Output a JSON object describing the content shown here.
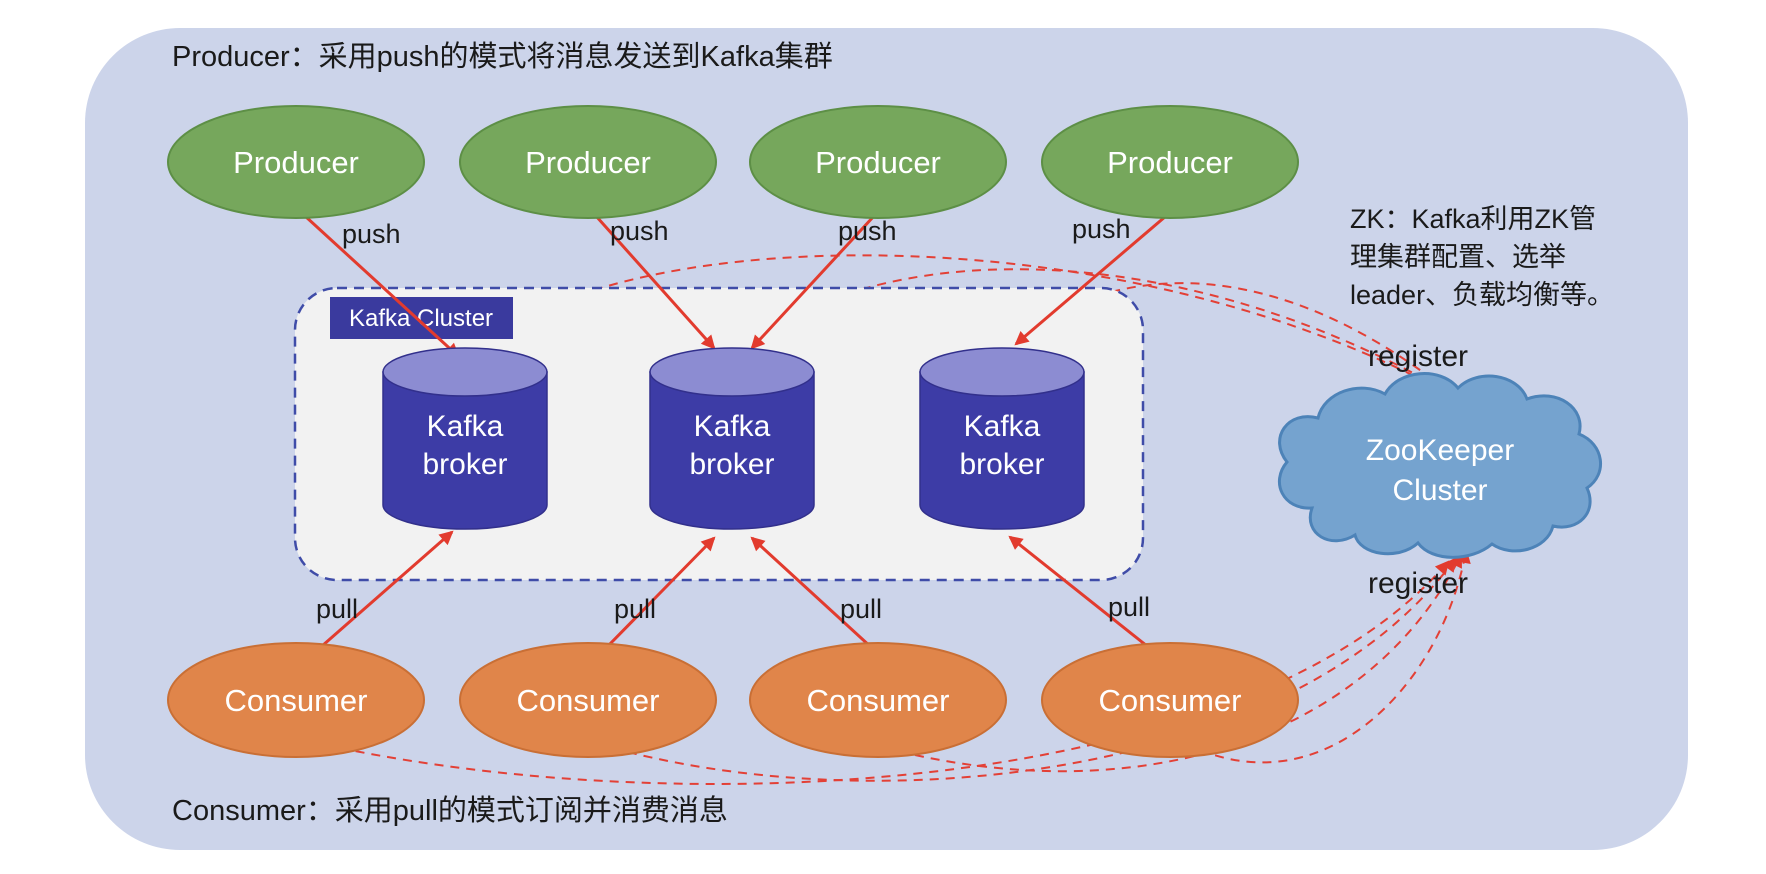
{
  "colors": {
    "panel_bg": "#ccd4ea",
    "producer_fill": "#76a75c",
    "producer_stroke": "#5d8f46",
    "consumer_fill": "#e0854a",
    "consumer_stroke": "#c96f35",
    "broker_body": "#3d3ca6",
    "broker_top": "#8c8cd2",
    "broker_stroke": "#32308c",
    "cluster_box_fill": "#f2f2f2",
    "cluster_box_stroke": "#3f4ca8",
    "cluster_badge_fill": "#3a3a9e",
    "cloud_fill": "#75a3cf",
    "cloud_stroke": "#4d83b8",
    "arrow_red": "#e23b2e",
    "dashed_red": "#e34036",
    "text_dark": "#1a1a1a",
    "text_white": "#ffffff"
  },
  "notes": {
    "producer_note": "Producer：采用push的模式将消息发送到Kafka集群",
    "consumer_note": "Consumer：采用pull的模式订阅并消费消息",
    "zk_note_lines": [
      "ZK：Kafka利用ZK管",
      "理集群配置、选举",
      "leader、负载均衡等。"
    ]
  },
  "labels": {
    "push": "push",
    "pull": "pull",
    "register": "register"
  },
  "producers": [
    {
      "label": "Producer"
    },
    {
      "label": "Producer"
    },
    {
      "label": "Producer"
    },
    {
      "label": "Producer"
    }
  ],
  "consumers": [
    {
      "label": "Consumer"
    },
    {
      "label": "Consumer"
    },
    {
      "label": "Consumer"
    },
    {
      "label": "Consumer"
    }
  ],
  "kafka_cluster": {
    "badge": "Kafka Cluster",
    "brokers": [
      {
        "line1": "Kafka",
        "line2": "broker"
      },
      {
        "line1": "Kafka",
        "line2": "broker"
      },
      {
        "line1": "Kafka",
        "line2": "broker"
      }
    ]
  },
  "zookeeper": {
    "line1": "ZooKeeper",
    "line2": "Cluster"
  }
}
